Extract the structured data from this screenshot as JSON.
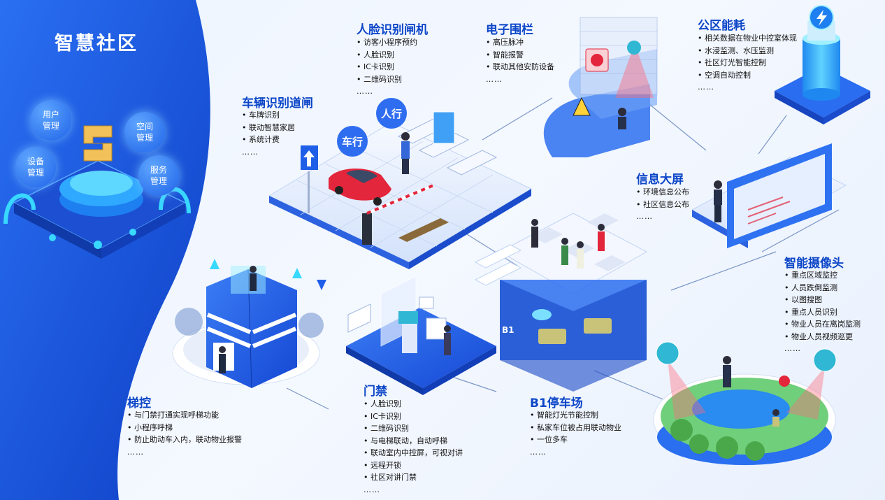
{
  "title": "智慧社区",
  "colors": {
    "accent": "#0c46c8",
    "panel_blue": "#1a5de6",
    "platform": "#dde8fb",
    "cyan": "#38d8ff"
  },
  "hub": {
    "orbs": [
      {
        "label": "用户管理"
      },
      {
        "label": "空间管理"
      },
      {
        "label": "设备管理"
      },
      {
        "label": "服务管理"
      }
    ]
  },
  "scene": {
    "lane_labels": [
      "人行",
      "车行"
    ],
    "b1_tag": "B1"
  },
  "sections": [
    {
      "key": "face",
      "title": "人脸识别闸机",
      "items": [
        "访客小程序预约",
        "人脸识别",
        "IC卡识别",
        "二维码识别"
      ],
      "more": "……"
    },
    {
      "key": "fence",
      "title": "电子围栏",
      "items": [
        "高压脉冲",
        "智能报警",
        "联动其他安防设备"
      ],
      "more": "……"
    },
    {
      "key": "energy",
      "title": "公区能耗",
      "items": [
        "相关数据在物业中控室体现",
        "水浸监测、水压监测",
        "社区灯光智能控制",
        "空调自动控制"
      ],
      "more": "……"
    },
    {
      "key": "vehicle",
      "title": "车辆识别道闸",
      "items": [
        "车牌识别",
        "联动智慧家居",
        "系统计费"
      ],
      "more": "……"
    },
    {
      "key": "screen",
      "title": "信息大屏",
      "items": [
        "环境信息公布",
        "社区信息公布"
      ],
      "more": "……"
    },
    {
      "key": "camera",
      "title": "智能摄像头",
      "items": [
        "重点区域监控",
        "人员跌倒监测",
        "以图搜图",
        "重点人员识别",
        "物业人员在离岗监测",
        "物业人员视频巡更"
      ],
      "more": "……"
    },
    {
      "key": "elevator",
      "title": "梯控",
      "items": [
        "与门禁打通实现呼梯功能",
        "小程序呼梯",
        "防止助动车入内，联动物业报警"
      ],
      "more": "……"
    },
    {
      "key": "door",
      "title": "门禁",
      "items": [
        "人脸识别",
        "IC卡识别",
        "二维码识别",
        "与电梯联动，自动呼梯",
        "联动室内中控屏，可视对讲",
        "远程开锁",
        "社区对讲门禁"
      ],
      "more": "……"
    },
    {
      "key": "parking",
      "title": "B1停车场",
      "items": [
        "智能灯光节能控制",
        "私家车位被占用联动物业",
        "一位多车"
      ],
      "more": "……"
    }
  ]
}
